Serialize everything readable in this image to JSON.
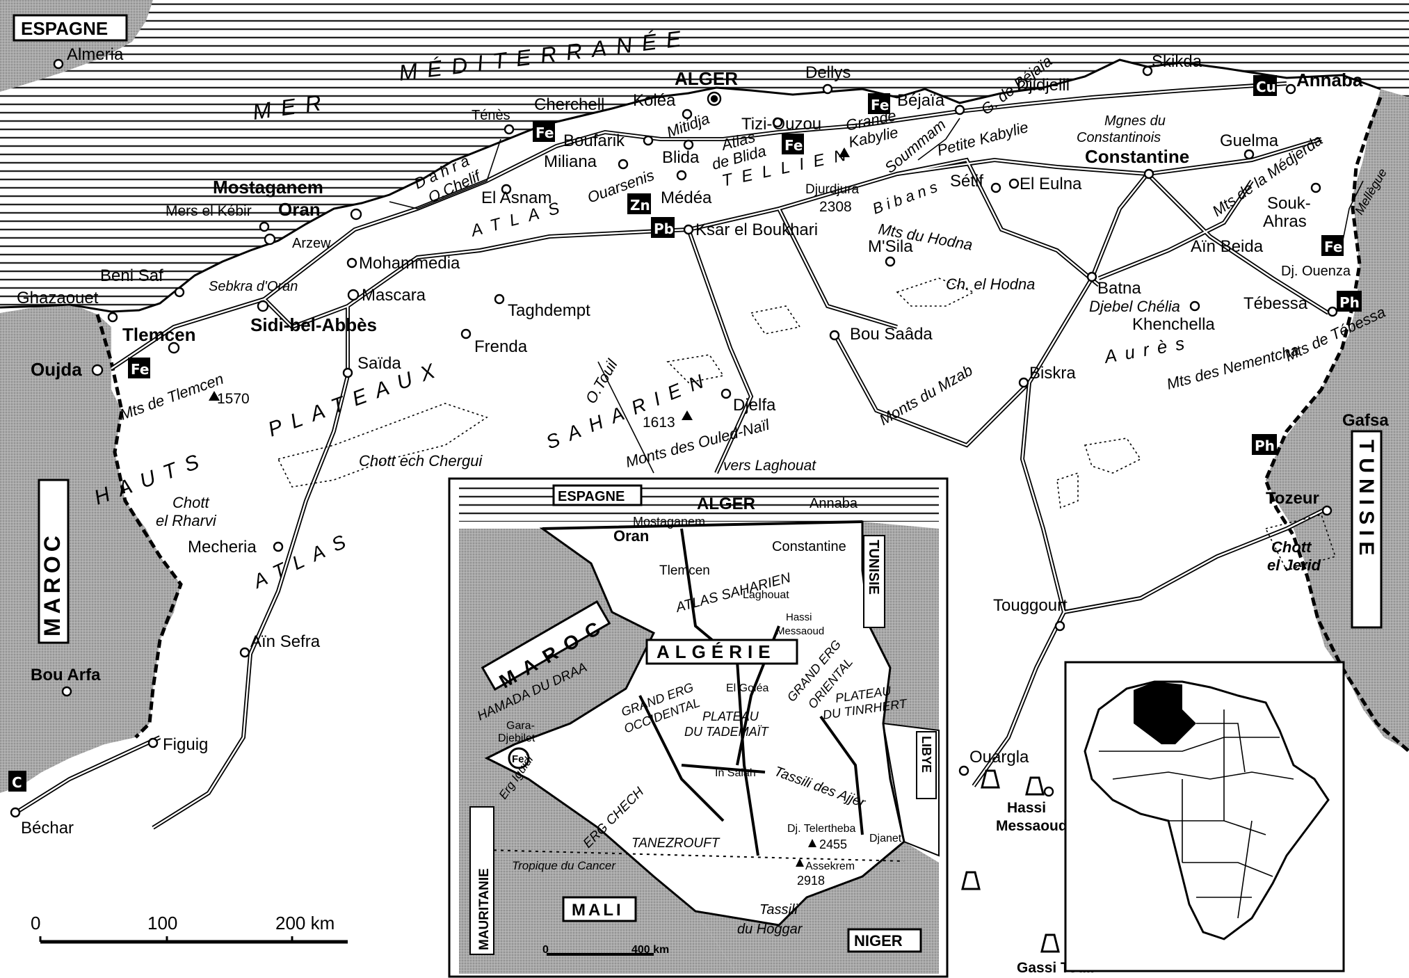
{
  "country_labels": {
    "espagne": "ESPAGNE",
    "maroc": "MAROC",
    "tunisie": "TUNISIE",
    "algerie": "ALGÉRIE",
    "mauritanie": "MAURITANIE",
    "mali": "MALI",
    "niger": "NIGER",
    "libye": "LIBYE"
  },
  "sea": {
    "mer": "MER",
    "mediterranee": "MÉDITERRANÉE"
  },
  "regions": {
    "hauts": "HAUTS",
    "plateaux": "PLATEAUX",
    "atlas_sud": "ATLAS",
    "atlas_saharien": "SAHARIEN",
    "atlas_tellien": "ATLAS",
    "tellien": "TELLIEN",
    "aures": "Aurès",
    "bibans": "Bibans"
  },
  "cities": {
    "almeria": "Almeria",
    "alger": "ALGER",
    "dellys": "Dellys",
    "bejaia": "Béjaïa",
    "djidjelli": "Djidjelli",
    "skikda": "Skikda",
    "annaba": "Annaba",
    "cherchell": "Cherchell",
    "kolea": "Koléa",
    "tenes": "Ténès",
    "tizi_ouzou": "Tizi-Ouzou",
    "boufarik": "Boufarik",
    "blida": "Blida",
    "miliana": "Miliana",
    "medea": "Médéa",
    "el_asnam": "El Asnam",
    "mostaganem": "Mostaganem",
    "mers_el_kebir": "Mers el Kébir",
    "oran": "Oran",
    "arzew": "Arzew",
    "mohammedia": "Mohammedia",
    "mascara": "Mascara",
    "beni_saf": "Beni Saf",
    "ghazaouet": "Ghazaouet",
    "tlemcen": "Tlemcen",
    "sidi_bel_abbes": "Sidi-bel-Abbès",
    "oujda": "Oujda",
    "saida": "Saïda",
    "frenda": "Frenda",
    "taghdempt": "Taghdempt",
    "ksar_el_boukhari": "Ksar el Boukhari",
    "setif": "Sétif",
    "el_eulma": "El Eulna",
    "constantine": "Constantine",
    "guelma": "Guelma",
    "souk_ahras_1": "Souk-",
    "souk_ahras_2": "Ahras",
    "ain_beida": "Aïn Beida",
    "dj_ouenza": "Dj. Ouenza",
    "tebessa": "Tébessa",
    "msila": "M'Sila",
    "batna": "Batna",
    "khenchella": "Khenchella",
    "bou_saada": "Bou Saâda",
    "biskra": "Biskra",
    "djelfa": "Djelfa",
    "mecheria": "Mecheria",
    "ain_sefra": "Aïn Sefra",
    "bou_arfa": "Bou Arfa",
    "figuig": "Figuig",
    "bechar": "Béchar",
    "touggourt": "Touggourt",
    "ouargla": "Ouargla",
    "hassi_messaoud_1": "Hassi",
    "hassi_messaoud_2": "Messaoud",
    "gassi_touil": "Gassi Touil",
    "gafsa": "Gafsa",
    "tozeur": "Tozeur"
  },
  "features": {
    "o_chelif": "O.Chelif",
    "dahra": "D a h r a",
    "ouarsenis": "Ouarsenis",
    "mitidja": "Mitidja",
    "atlas_de_blida_1": "Atlas",
    "atlas_de_blida_2": "de Blida",
    "grande_kabylie_1": "Grande",
    "grande_kabylie_2": "Kabylie",
    "djurdjura": "Djurdjura",
    "djurdjura_alt": "2308",
    "soummam": "Soummam",
    "g_de_bejaia": "G. de Béjaïa",
    "petite_kabylie": "Petite Kabylie",
    "mgnes_constantinois_1": "Mgnes du",
    "mgnes_constantinois_2": "Constantinois",
    "mts_medjerda": "Mts de la Médjerda",
    "mts_hodna": "Mts du Hodna",
    "ch_hodna": "Ch. el Hodna",
    "djebel_chelia": "Djebel Chélia",
    "mts_tebessa": "Mts de Tébessa",
    "mts_nementcha": "Mts des Nementcha",
    "monts_mzab": "Monts du Mzab",
    "monts_ouled_nail": "Monts des Ouled-Naïl",
    "alt_1613": "1613",
    "vers_laghouat": "vers Laghouat",
    "o_touil": "O.Touil",
    "chott_chergui": "Chott ech Chergui",
    "chott_rharvi_1": "Chott",
    "chott_rharvi_2": "el Rharvi",
    "sebkra_oran": "Sebkra d'Oran",
    "mts_tlemcen": "Mts de Tlemcen",
    "alt_1570": "1570",
    "chott_jerid_1": "Chott",
    "chott_jerid_2": "el Jerid",
    "mellegue": "Mellègue"
  },
  "resources": {
    "fe": "Fe",
    "zn": "Zn",
    "pb": "Pb",
    "cu": "Cu",
    "ph": "Ph",
    "c": "C"
  },
  "scale_bar": {
    "t0": "0",
    "t100": "100",
    "t200": "200 km"
  },
  "inset": {
    "espagne": "ESPAGNE",
    "alger": "ALGER",
    "annaba": "Annaba",
    "mostaganem": "Mostaganem",
    "oran": "Oran",
    "constantine": "Constantine",
    "tlemcen": "Tlemcen",
    "atlas_saharien": "ATLAS SAHARIEN",
    "laghouat": "Laghouat",
    "hassi_1": "Hassi",
    "hassi_2": "Messaoud",
    "maroc": "MAROC",
    "algerie": "ALGÉRIE",
    "tunisie": "TUNISIE",
    "libye": "LIBYE",
    "hamada": "HAMADA DU DRAA",
    "grand_erg_occ_1": "GRAND ERG",
    "grand_erg_occ_2": "OCCIDENTAL",
    "grand_erg_ori_1": "GRAND ERG",
    "grand_erg_ori_2": "ORIENTAL",
    "el_golea": "El Goléa",
    "plateau_tademait_1": "PLATEAU",
    "plateau_tademait_2": "DU TADEMAÏT",
    "plateau_tinrhert_1": "PLATEAU",
    "plateau_tinrhert_2": "DU TINRHERT",
    "gara_1": "Gara-",
    "gara_2": "Djebilet",
    "fe": "Fe",
    "erg_iguidi": "Erg Iguidi",
    "in_salah": "In Salah",
    "tassili_ajjer": "Tassili des Ajjer",
    "erg_chech": "ERG CHECH",
    "tanezrouft": "TANEZROUFT",
    "tropique": "Tropique du Cancer",
    "dj_telertheba": "Dj. Telertheba",
    "alt_2455": "2455",
    "djanet": "Djanet",
    "assekrem": "Assekrem",
    "alt_2918": "2918",
    "tassili_hoggar_1": "Tassili",
    "tassili_hoggar_2": "du Hoggar",
    "mauritanie": "MAURITANIE",
    "mali": "MALI",
    "niger": "NIGER",
    "scale_0": "0",
    "scale_400": "400 km"
  },
  "colors": {
    "land": "#ffffff",
    "neighbor": "#9a9a9a",
    "sea_lines": "#222222",
    "ink": "#000000"
  }
}
